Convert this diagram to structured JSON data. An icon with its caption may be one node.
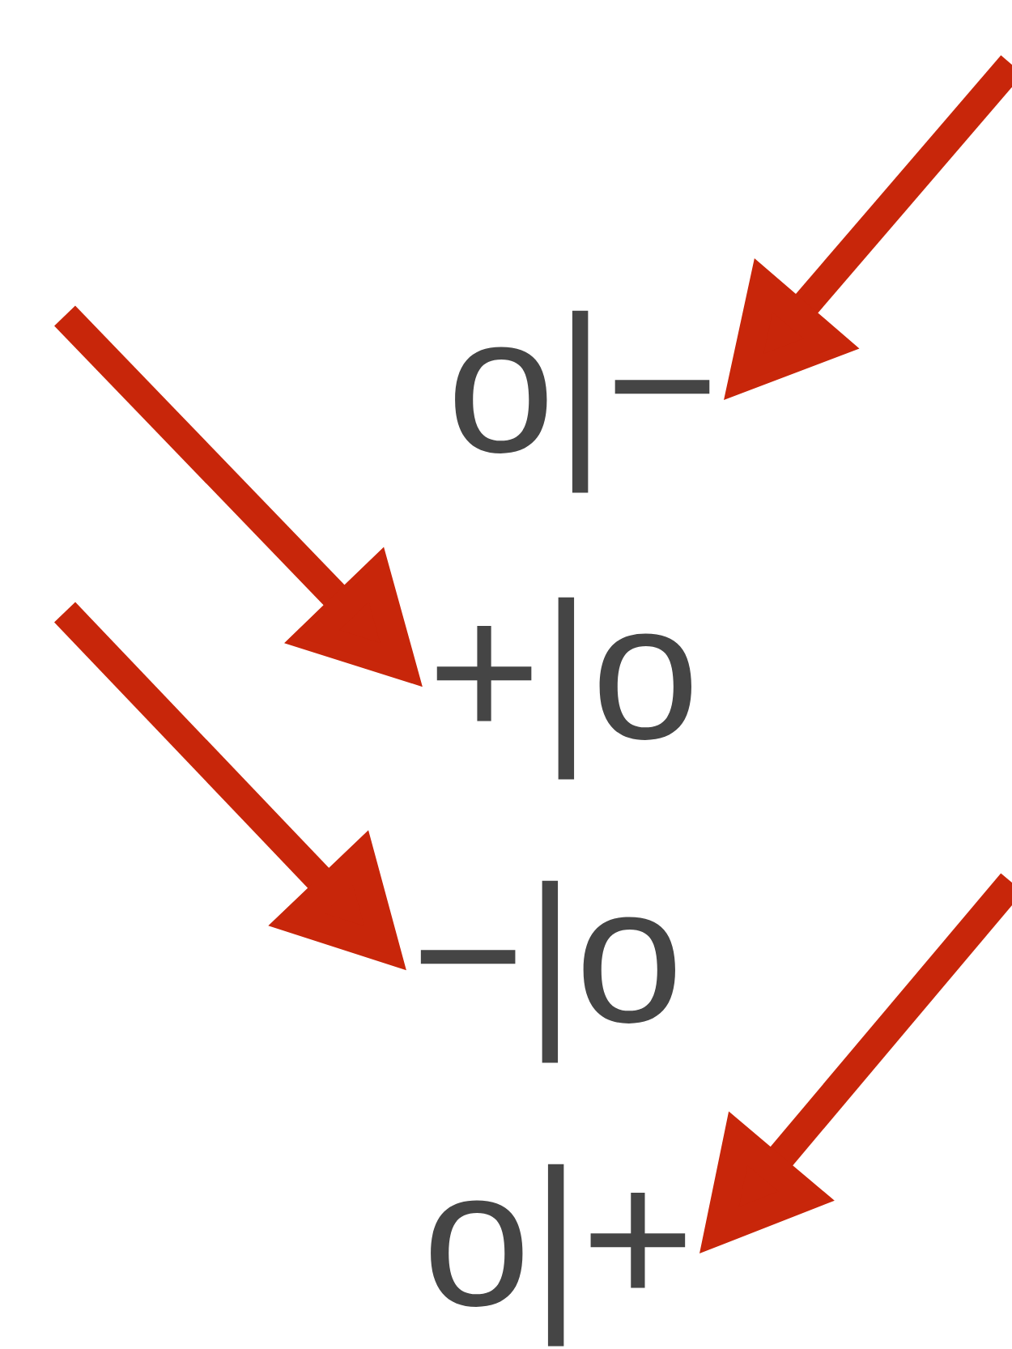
{
  "diagram": {
    "nodes": [
      {
        "text": [
          "o|−"
        ]
      },
      {
        "text": [
          "+|o"
        ]
      },
      {
        "text": [
          "−|o"
        ]
      },
      {
        "text": [
          "o|+"
        ]
      }
    ],
    "edges": [
      {
        "from": null,
        "to": 0,
        "arrow": "to"
      },
      {
        "from": null,
        "to": 1,
        "arrow": "to"
      },
      {
        "from": null,
        "to": 2,
        "arrow": "to"
      },
      {
        "from": null,
        "to": 3,
        "arrow": "to"
      }
    ]
  }
}
